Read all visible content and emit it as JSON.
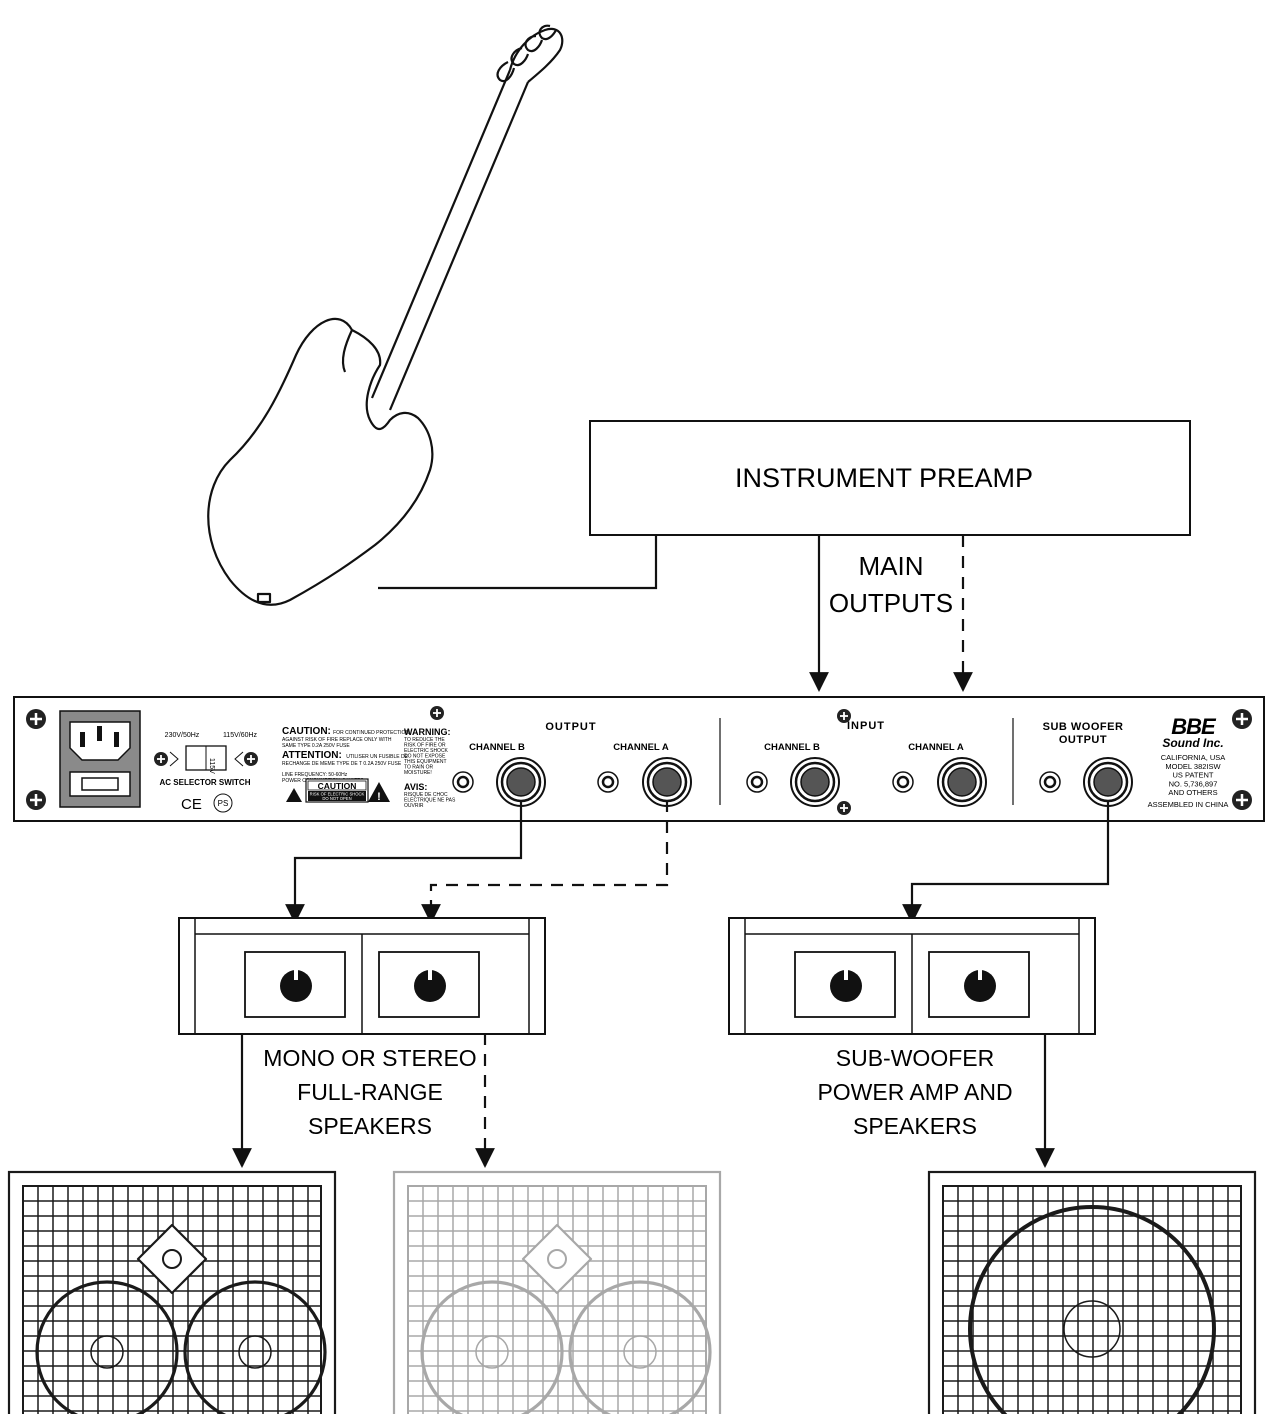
{
  "preamp": {
    "label": "INSTRUMENT PREAMP",
    "outputs_line1": "MAIN",
    "outputs_line2": "OUTPUTS"
  },
  "unit": {
    "caution_title": "CAUTION:",
    "caution_text1": "FOR CONTINUED PROTECTION",
    "caution_text2": "AGAINST RISK OF FIRE REPLACE ONLY WITH",
    "caution_text3": "SAME TYPE 0.2A 250V FUSE",
    "attention_title": "ATTENTION:",
    "attention_text1": "UTILISER UN FUSIBLE DE",
    "attention_text2": "RECHANGE DE MEME TYPE DE T 0.2A 250V FUSE",
    "line_freq": "LINE FREQUENCY: 50-60Hz",
    "power": "POWER CONSUMPTION: 8 WATTS",
    "caution_box": "CAUTION",
    "caution_box_sub1": "RISK OF ELECTRIC SHOCK",
    "caution_box_sub2": "DO NOT OPEN",
    "warning_title": "WARNING:",
    "warning_lines": [
      "TO REDUCE THE",
      "RISK OF FIRE OR",
      "ELECTRIC SHOCK",
      "DO NOT EXPOSE",
      "THIS EQUIPMENT",
      "TO RAIN OR",
      "MOISTURE!"
    ],
    "avis_title": "AVIS:",
    "avis_lines": [
      "RISQUE DE CHOC",
      "ELECTRIQUE NE PAS",
      "OUVRIR"
    ],
    "voltage_left": "230V/50Hz",
    "voltage_right": "115V/60Hz",
    "switch_value": "115V",
    "ac_selector": "AC SELECTOR SWITCH",
    "cert1": "CE",
    "cert2": "PS",
    "output_title": "OUTPUT",
    "input_title": "INPUT",
    "channel_b": "CHANNEL B",
    "channel_a": "CHANNEL A",
    "sub_title1": "SUB WOOFER",
    "sub_title2": "OUTPUT",
    "brand": "BBE",
    "brand_sub": "Sound Inc.",
    "info_lines": [
      "CALIFORNIA, USA",
      "MODEL 382ISW",
      "US PATENT",
      "NO. 5,736,897",
      "AND OTHERS"
    ],
    "assembled": "ASSEMBLED IN CHINA"
  },
  "labels": {
    "fullrange1": "MONO OR STEREO",
    "fullrange2": "FULL-RANGE",
    "fullrange3": "SPEAKERS",
    "sub1": "SUB-WOOFER",
    "sub2": "POWER AMP AND",
    "sub3": "SPEAKERS"
  },
  "colors": {
    "line": "#1a1a1a",
    "faded": "#a8a8a8",
    "panel": "#ffffff",
    "jack": "#555555"
  }
}
